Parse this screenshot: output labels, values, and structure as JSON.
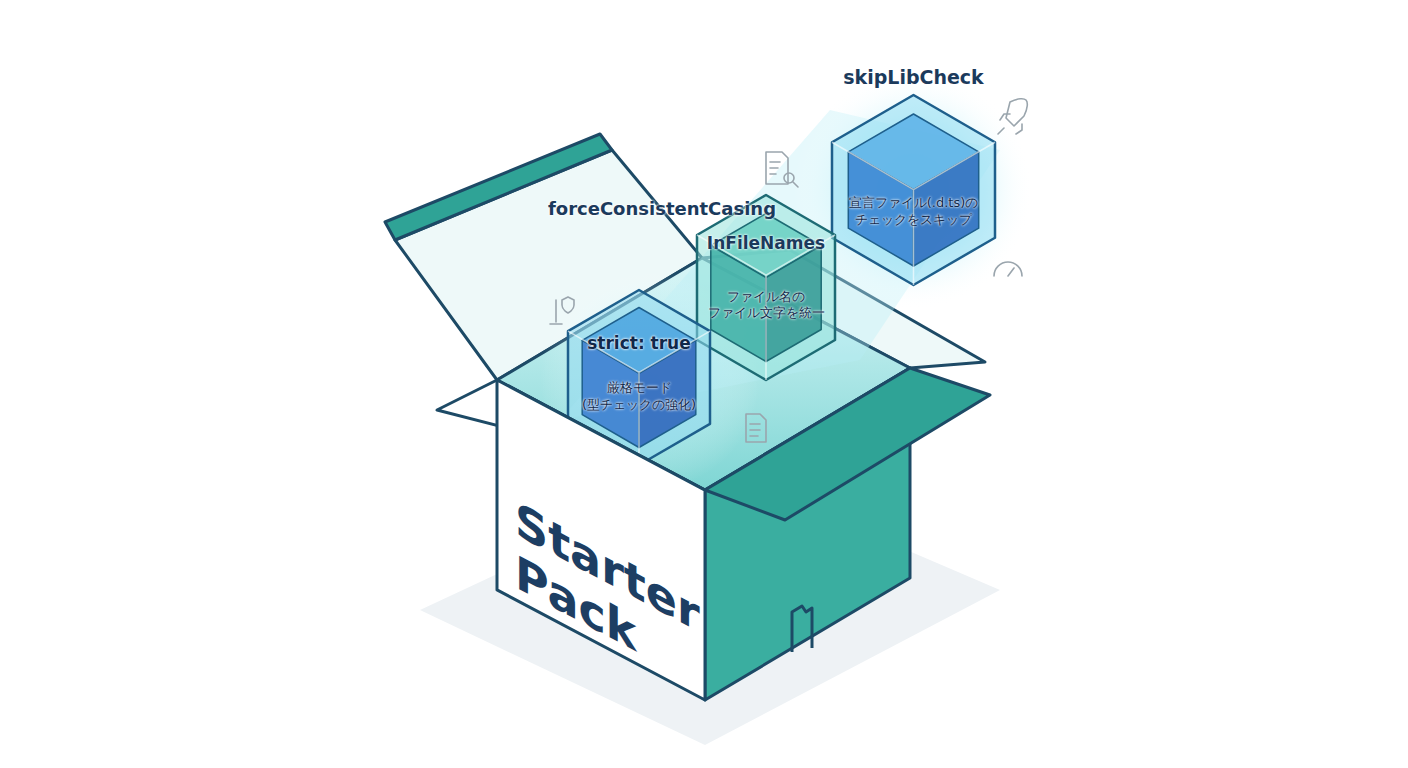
{
  "diagram": {
    "nodes": [
      {
        "text": [
          "skipLibCheck",
          "宣言ファイル(.d.ts)の チェックをスキップ"
        ]
      },
      {
        "text": [
          "forceConsistentCasing",
          "InFileNames",
          "ファイル名の ファイル文字を統一"
        ]
      },
      {
        "text": [
          "strict: true",
          "厳格モード (型チェックの強化)"
        ]
      },
      {
        "text": [
          "Starter Pack"
        ]
      }
    ],
    "edges": []
  }
}
